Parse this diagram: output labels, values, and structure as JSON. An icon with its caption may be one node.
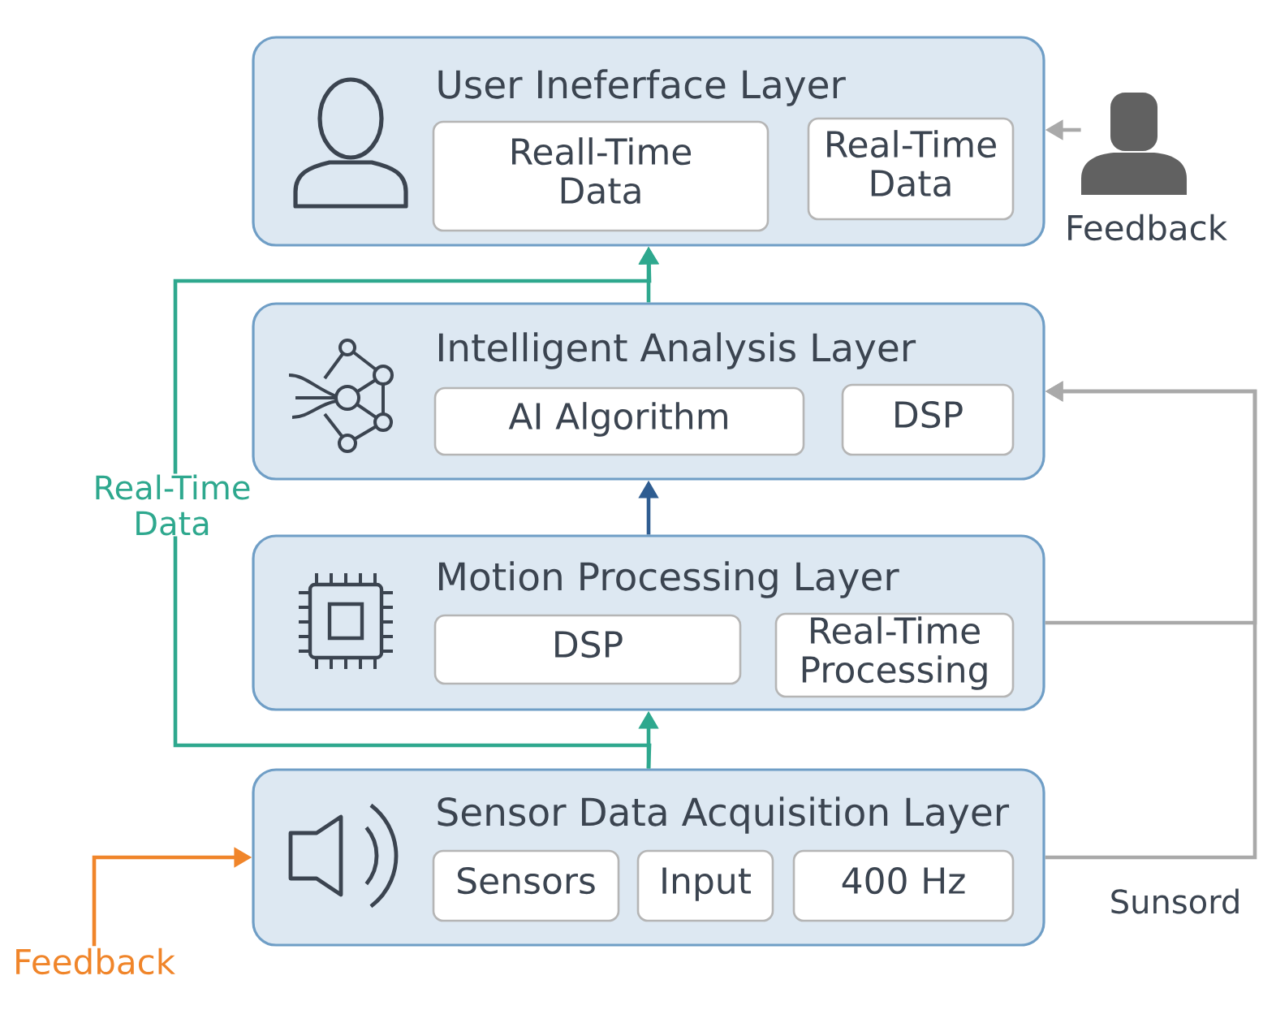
{
  "diagram": {
    "nodes": [
      {
        "text": [
          "User Ineferface Layer"
        ]
      },
      {
        "text": [
          "Reall-Time Data"
        ],
        "in": 0
      },
      {
        "text": [
          "Real-Time Data"
        ],
        "in": 0
      },
      {
        "text": [
          "Intelligent Analysis Layer"
        ]
      },
      {
        "text": [
          "AI Algorithm"
        ],
        "in": 3
      },
      {
        "text": [
          "DSP"
        ],
        "in": 3
      },
      {
        "text": [
          "Motion Processing Layer"
        ]
      },
      {
        "text": [
          "DSP"
        ],
        "in": 6
      },
      {
        "text": [
          "Real-Time Processing"
        ],
        "in": 6
      },
      {
        "text": [
          "Sensor Data Acquisition Layer"
        ]
      },
      {
        "text": [
          "Sensors"
        ],
        "in": 9
      },
      {
        "text": [
          "Input"
        ],
        "in": 9
      },
      {
        "text": [
          "400 Hz"
        ],
        "in": 9
      },
      {
        "text": [],
        "shape": "person",
        "beside": [
          "Feedback"
        ]
      },
      {
        "text": [
          "Feedback"
        ]
      }
    ],
    "edges": [
      {
        "from": 9,
        "to": 6,
        "arrow": "to",
        "color": "#2ea88e"
      },
      {
        "from": 9,
        "to": 0,
        "arrow": "to",
        "label": "Real-Time Data",
        "color": "#2ea88e"
      },
      {
        "from": 3,
        "to": 0,
        "arrow": "to",
        "color": "#2ea88e"
      },
      {
        "from": 6,
        "to": 3,
        "arrow": "to",
        "color": "#2f5d91"
      },
      {
        "from": 6,
        "to": 3,
        "arrow": "to",
        "color": "#a9a9a9"
      },
      {
        "from": 9,
        "to": 3,
        "arrow": "to",
        "label": "Sunsord",
        "color": "#a9a9a9"
      },
      {
        "from": 13,
        "to": 0,
        "arrow": "to",
        "color": "#a9a9a9"
      },
      {
        "from": 14,
        "to": 9,
        "arrow": "to",
        "color": "#f0852a"
      }
    ]
  }
}
